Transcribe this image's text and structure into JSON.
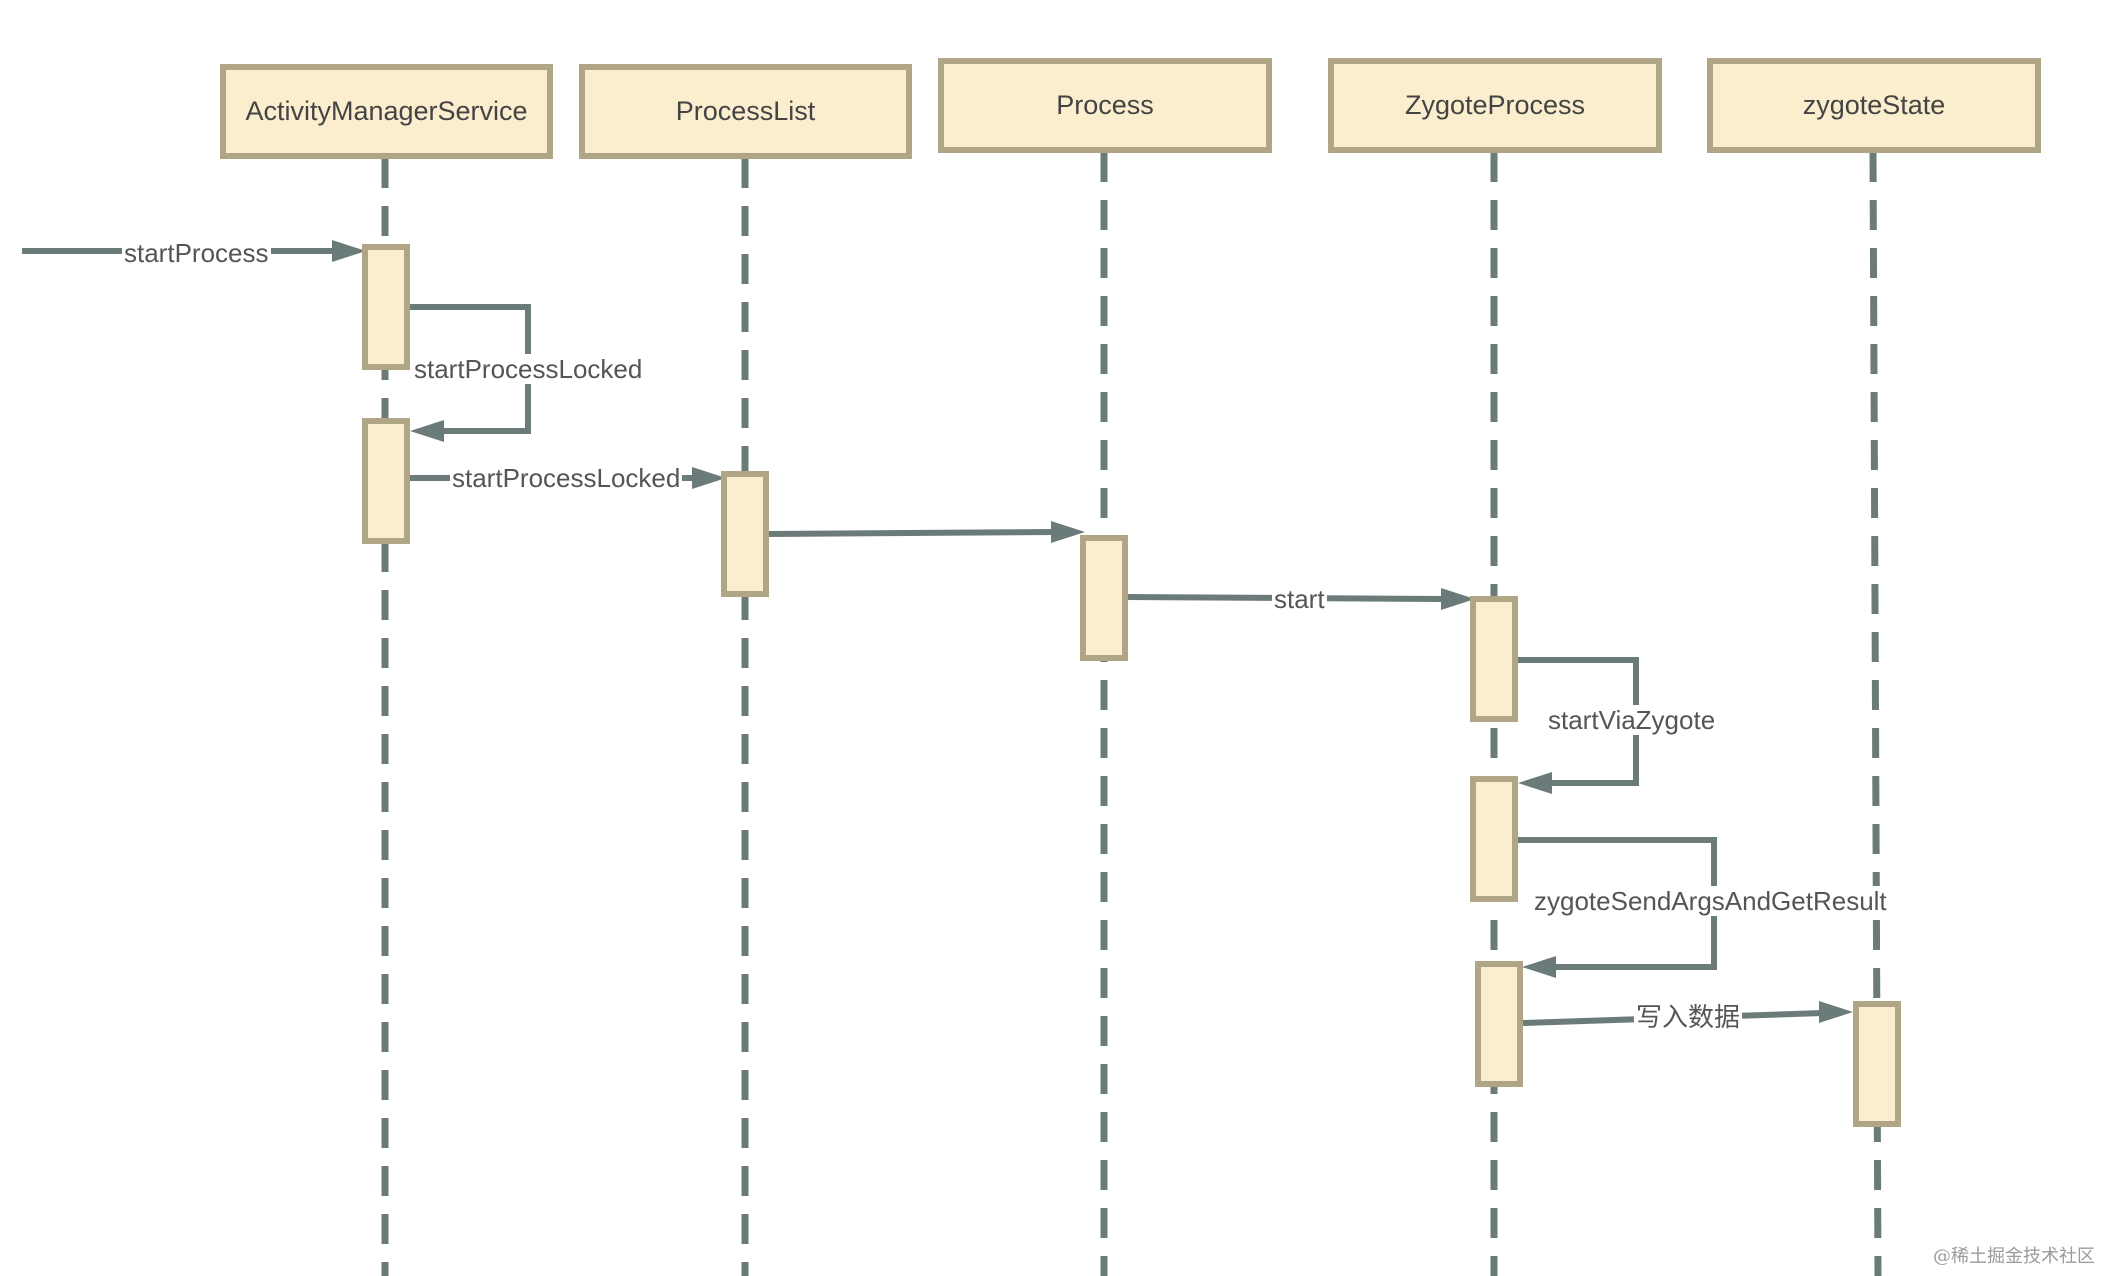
{
  "diagram": {
    "type": "sequence-diagram",
    "colors": {
      "box_fill": "#faeecf",
      "box_border": "#b0a584",
      "line": "#6b7b79",
      "text": "#444444"
    },
    "participants": [
      {
        "id": "ams",
        "label": "ActivityManagerService"
      },
      {
        "id": "pl",
        "label": "ProcessList"
      },
      {
        "id": "proc",
        "label": "Process"
      },
      {
        "id": "zp",
        "label": "ZygoteProcess"
      },
      {
        "id": "zs",
        "label": "zygoteState"
      }
    ],
    "messages": [
      {
        "id": "m1",
        "from": "external",
        "to": "ams",
        "label": "startProcess"
      },
      {
        "id": "m2",
        "from": "ams",
        "to": "ams",
        "label": "startProcessLocked"
      },
      {
        "id": "m3",
        "from": "ams",
        "to": "pl",
        "label": "startProcessLocked"
      },
      {
        "id": "m4",
        "from": "pl",
        "to": "proc",
        "label": ""
      },
      {
        "id": "m5",
        "from": "proc",
        "to": "zp",
        "label": "start"
      },
      {
        "id": "m6",
        "from": "zp",
        "to": "zp",
        "label": "startViaZygote"
      },
      {
        "id": "m7",
        "from": "zp",
        "to": "zp",
        "label": "zygoteSendArgsAndGetResult"
      },
      {
        "id": "m8",
        "from": "zp",
        "to": "zs",
        "label": "写入数据"
      }
    ]
  },
  "watermark": "@稀土掘金技术社区"
}
